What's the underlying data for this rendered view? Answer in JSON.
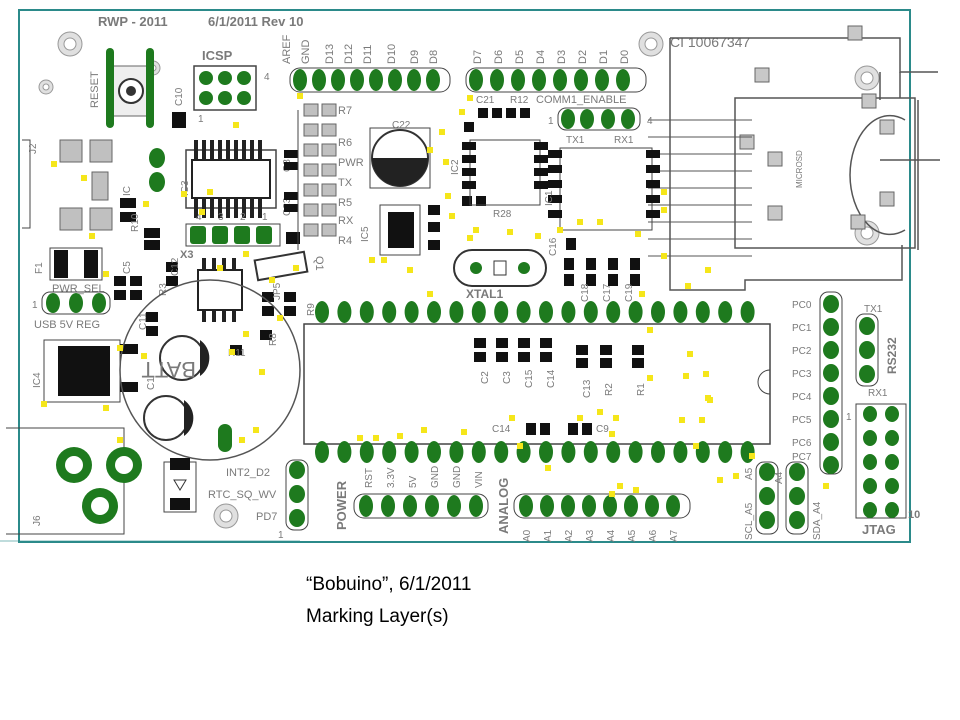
{
  "board": {
    "header_author": "RWP - 2011",
    "header_date_rev": "6/1/2011 Rev 10",
    "part_number": "CI 10067347",
    "microsd": "MICROSD"
  },
  "labels": {
    "reset": "RESET",
    "icsp": "ICSP",
    "top_pins": [
      "AREF",
      "GND",
      "D13",
      "D12",
      "D11",
      "D10",
      "D9",
      "D8"
    ],
    "top_pins_right": [
      "D7",
      "D6",
      "D5",
      "D4",
      "D3",
      "D2",
      "D1",
      "D0"
    ],
    "comm": "COMM1_ENABLE",
    "comm_tx": "TX1",
    "comm_rx": "RX1",
    "leds": [
      "R7",
      "R6",
      "PWR",
      "TX",
      "R5",
      "RX",
      "R4"
    ],
    "led_marks": [
      "R6",
      "PWR",
      "TX",
      "RX"
    ],
    "c22": "C22",
    "c21": "C21",
    "r12": "R12",
    "c20": "C20",
    "ic2": "IC2",
    "ic1": "IC1",
    "ic3": "IC3",
    "ic5": "IC5",
    "ic4": "IC4",
    "r28": "R28",
    "c16": "C16",
    "xtal": "XTAL1",
    "x3": "X3",
    "x3_nums": [
      "1",
      "2",
      "3",
      "4"
    ],
    "fuse": "F1",
    "pwr_sel": "PWR_SEL",
    "usb_5v_reg": "USB 5V REG",
    "c10": "C10",
    "c8": "C8",
    "c23": "C23",
    "c18": "C18",
    "c17": "C17",
    "c19": "C19",
    "r9": "R9",
    "r8": "R8",
    "r10": "R10",
    "r3": "R3",
    "c11": "C11",
    "c12": "C12",
    "c5": "C5",
    "c1": "C1",
    "q1": "Q1",
    "jp": "JP5",
    "r11": "R11",
    "batt": "BATT",
    "caps_mid": [
      "C2",
      "C3",
      "C15",
      "C14",
      "C13",
      "R2",
      "R1"
    ],
    "c14": "C14",
    "c9": "C9",
    "pc_pins": [
      "PC0",
      "PC1",
      "PC2",
      "PC3",
      "PC4",
      "PC5",
      "PC6",
      "PC7"
    ],
    "rs232": "RS232",
    "tx1": "TX1",
    "rx1": "RX1",
    "jtag": "JTAG",
    "jtag_num": "10",
    "int2": "INT2_D2",
    "rtc": "RTC_SQ_WV",
    "pd7": "PD7",
    "power": "POWER",
    "power_pins": [
      "RST",
      "3.3V",
      "5V",
      "GND",
      "GND",
      "VIN"
    ],
    "analog": "ANALOG",
    "analog_pins": [
      "A0",
      "A1",
      "A2",
      "A3",
      "A4",
      "A5",
      "A6",
      "A7"
    ],
    "scl": "SCL_A5",
    "sda": "SDA_A4",
    "a5": "A5",
    "a4": "A4",
    "j6": "J6",
    "j2": "J2",
    "ic": "IC",
    "num_1": "1",
    "num_4": "4"
  },
  "caption": {
    "line1": "“Bobuino”, 6/1/2011",
    "line2": "Marking Layer(s)"
  },
  "colors": {
    "board_outline": "#2b8a8a",
    "pad_green": "#1e7a1e",
    "silk_gray": "#808080",
    "dot_yellow": "#f5e61a",
    "pad_gray": "#c0c0c0",
    "black": "#111111"
  }
}
